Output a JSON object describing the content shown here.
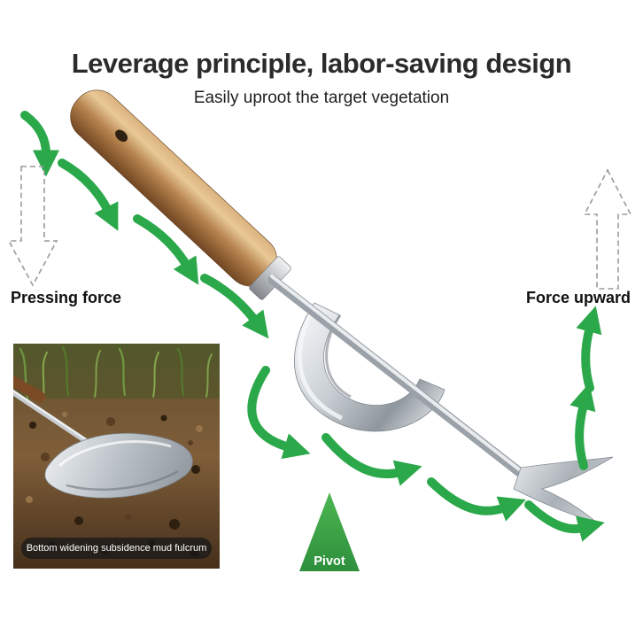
{
  "page": {
    "title": "Leverage principle, labor-saving design",
    "subtitle": "Easily uproot the target vegetation"
  },
  "annotations": {
    "pressing_force": "Pressing force",
    "force_upward": "Force upward",
    "pivot": "Pivot"
  },
  "inset": {
    "caption": "Bottom widening subsidence mud fulcrum"
  },
  "colors": {
    "background": "#ffffff",
    "arrow_green": "#2ba84a",
    "pivot_green": "#3fae49",
    "title_text": "#2b2b2b",
    "wood_handle": "#b5834e",
    "steel": "#c9cfd4"
  }
}
